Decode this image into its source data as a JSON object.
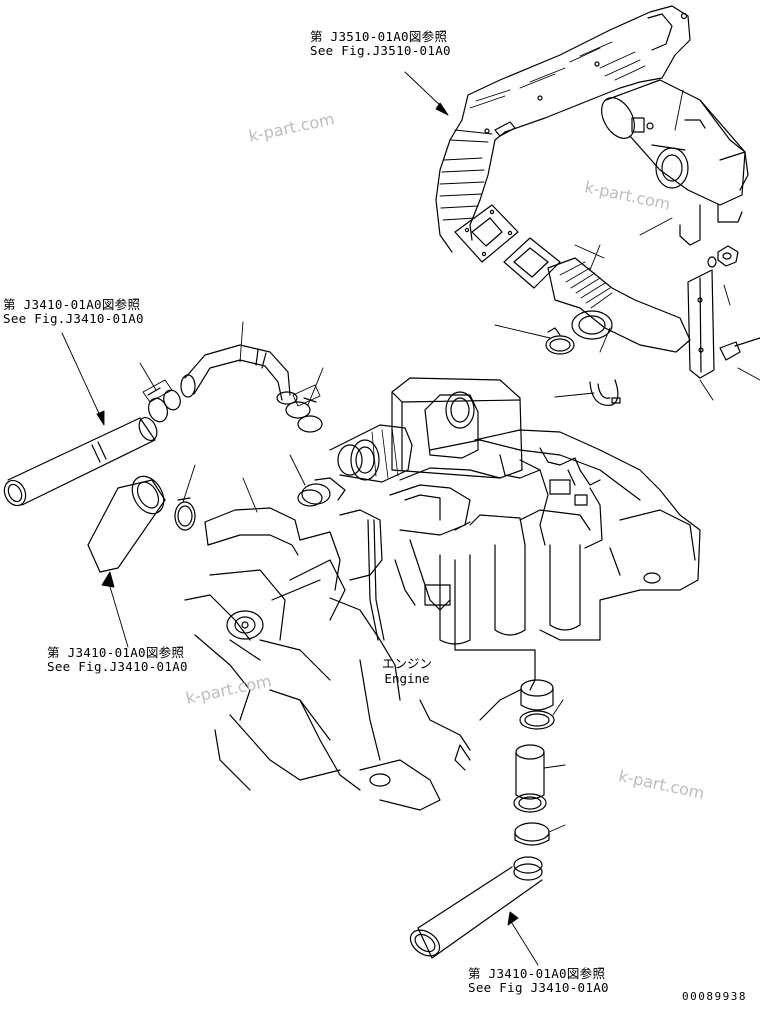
{
  "references": [
    {
      "jp": "第 J3510-01A0図参照",
      "en": "See Fig.J3510-01A0"
    },
    {
      "jp": "第 J3410-01A0図参照",
      "en": "See Fig.J3410-01A0"
    },
    {
      "jp": "第 J3410-01A0図参照",
      "en": "See Fig.J3410-01A0"
    },
    {
      "jp": "第 J3410-01A0図参照",
      "en": "See Fig J3410-01A0"
    }
  ],
  "engine_label": {
    "jp": "エンジン",
    "en": "Engine"
  },
  "drawing_number": "00089938",
  "watermark": "k-part.com"
}
